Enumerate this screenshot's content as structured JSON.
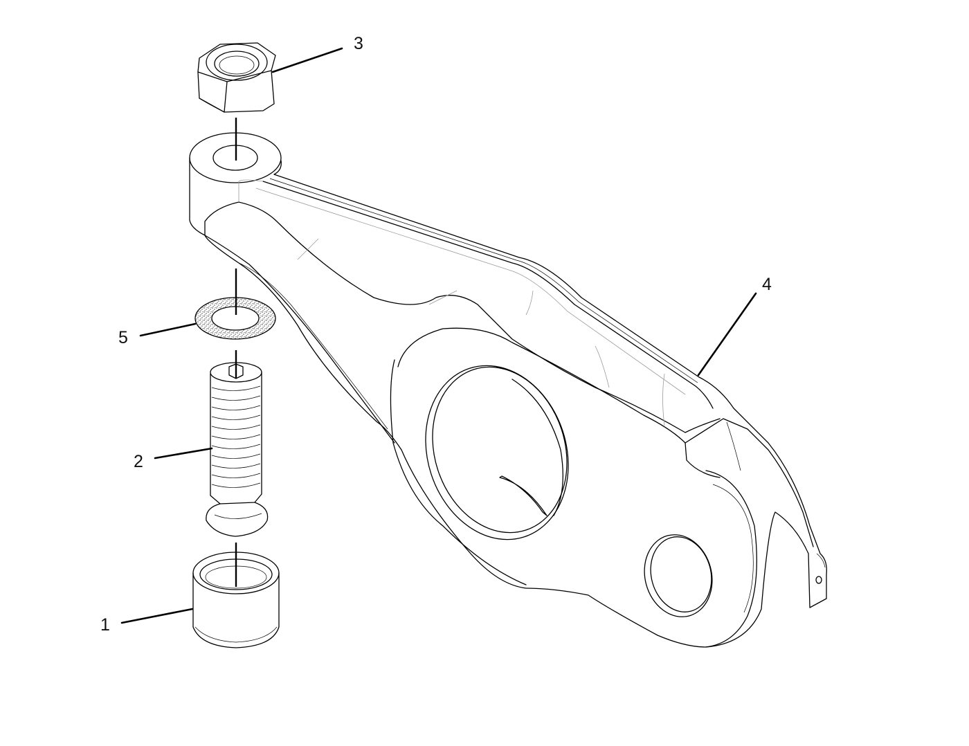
{
  "diagram": {
    "type": "exploded-parts-view",
    "callouts": [
      {
        "id": "callout-1",
        "label": "1"
      },
      {
        "id": "callout-2",
        "label": "2"
      },
      {
        "id": "callout-3",
        "label": "3"
      },
      {
        "id": "callout-4",
        "label": "4"
      },
      {
        "id": "callout-5",
        "label": "5"
      }
    ]
  },
  "colors": {
    "line": "#000000",
    "background": "#ffffff",
    "washer_fill": "#d8d8d8"
  }
}
